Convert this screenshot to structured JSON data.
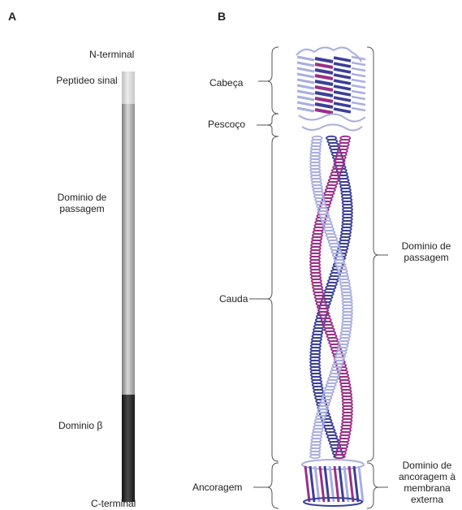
{
  "panels": {
    "a": "A",
    "b": "B"
  },
  "panel_a": {
    "n_terminal": "N-terminal",
    "c_terminal": "C-terminal",
    "segments": [
      {
        "label": "Peptideo sinal"
      },
      {
        "label": "Dominio de passagem"
      },
      {
        "label": "Dominio β"
      }
    ]
  },
  "panel_b": {
    "left_labels": [
      "Cabeça",
      "Pescoço",
      "Cauda",
      "Ancoragem"
    ],
    "right_labels": [
      "Dominio de passagem",
      "Dominio de ancoragem à membrana externa"
    ]
  },
  "colors": {
    "protein_dark": "#3b3f96",
    "protein_magenta": "#9a2f86",
    "protein_light": "#a9aee0",
    "bar_light": "#d4d4d4",
    "bar_mid": "#a5a5a5",
    "bar_dark": "#2a2a2a"
  }
}
